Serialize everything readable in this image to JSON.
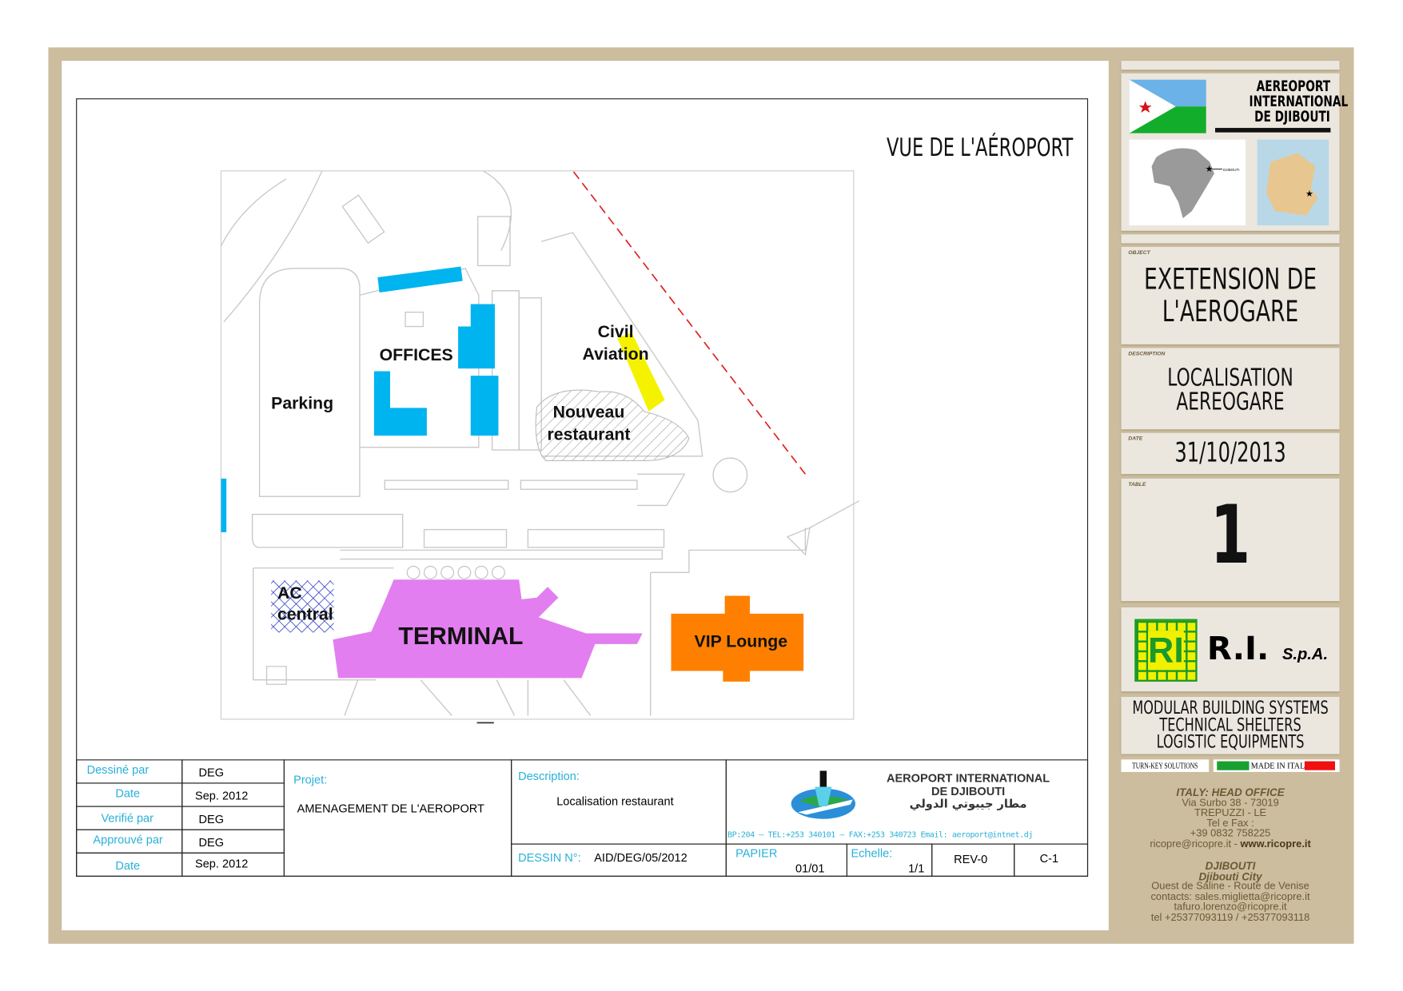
{
  "drawing": {
    "title": "VUE DE L'AÉROPORT",
    "labels": {
      "offices": "OFFICES",
      "parking": "Parking",
      "civil_aviation": [
        "Civil",
        "Aviation"
      ],
      "restaurant": [
        "Nouveau",
        "restaurant"
      ],
      "ac_central": [
        "AC",
        "central"
      ],
      "terminal": "TERMINAL",
      "vip_lounge": "VIP Lounge"
    },
    "colors": {
      "offices": "#00b4f0",
      "civil_aviation": "#f5f200",
      "terminal": "#e27ef0",
      "vip": "#ff8000",
      "boundary": "#e02020"
    }
  },
  "title_block": {
    "rows": [
      {
        "label": "Dessiné par",
        "value": "DEG"
      },
      {
        "label": "Date",
        "value": "Sep. 2012"
      },
      {
        "label": "Verifié par",
        "value": "DEG"
      },
      {
        "label": "Approuvé par",
        "value": "DEG"
      },
      {
        "label": "Date",
        "value": "Sep. 2012"
      }
    ],
    "projet_label": "Projet:",
    "projet_value": "AMENAGEMENT DE L'AEROPORT",
    "description_label": "Description:",
    "description_value": "Localisation restaurant",
    "dessin_label": "DESSIN N°:",
    "dessin_value": "AID/DEG/05/2012",
    "airport_name": [
      "AEROPORT INTERNATIONAL",
      "DE DJIBOUTI"
    ],
    "airport_name_ar": "مطار جيبوتي الدولي",
    "contact": "BP:204 – TEL:+253 340101 – FAX:+253 340723 Email: aeroport@intnet.dj",
    "papier_label": "PAPIER",
    "papier_value": "01/01",
    "echelle_label": "Echelle:",
    "echelle_value": "1/1",
    "rev": "REV-0",
    "sheet_code": "C-1"
  },
  "panel": {
    "header": [
      "AEREOPORT",
      "INTERNATIONAL",
      "DE DJIBOUTI"
    ],
    "map_label": "DJIBOUTI",
    "object_tag": "OBJECT",
    "object": [
      "EXETENSION DE",
      "L'AEROGARE"
    ],
    "description_tag": "DESCRIPTION",
    "description": [
      "LOCALISATION",
      "AEREOGARE"
    ],
    "date_tag": "DATE",
    "date": "31/10/2013",
    "table_tag": "TABLE",
    "table": "1",
    "company": "R.I.",
    "company_suffix": "S.p.A.",
    "logo_letters": "RI",
    "services": [
      "MODULAR BUILDING SYSTEMS",
      "TECHNICAL SHELTERS",
      "LOGISTIC EQUIPMENTS"
    ],
    "turnkey": "TURN-KEY SOLUTIONS",
    "made_in": "MADE IN ITALY",
    "italy_office": [
      "ITALY: HEAD OFFICE",
      "Via Surbo 38 - 73019",
      "TREPUZZI - LE",
      "Tel e Fax :",
      "+39 0832 758225",
      "ricopre@ricopre.it - ",
      "www.ricopre.it"
    ],
    "djibouti_office": [
      "DJIBOUTI",
      "Djibouti City",
      "Ouest de Saline - Route de Venise",
      "contacts: sales.miglietta@ricopre.it",
      "tafuro.lorenzo@ricopre.it",
      "tel +25377093119 / +25377093118"
    ]
  }
}
